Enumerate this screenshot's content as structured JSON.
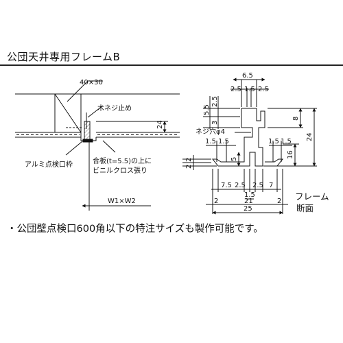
{
  "title": "公団天井専用フレームB",
  "note": "・公団壁点検口600角以下の特注サイズも製作可能です。",
  "left_drawing": {
    "joist_label": "40×30",
    "screw_label": "木ネジ止め",
    "height_dim": "24",
    "frame_label": "アルミ点検口枠",
    "board_label_line1": "合板(t=5.5)の上に",
    "board_label_line2": "ビニルクロス張り",
    "opening_label": "W1×W2"
  },
  "right_drawing": {
    "section_label_line1": "フレーム",
    "section_label_line2": "断面",
    "hole_label": "ネジ穴φ4",
    "top_width": "6.5",
    "top_seg_a": "2.5",
    "top_seg_b": "1.5",
    "top_seg_c": "2.5",
    "left_v1": "5.5",
    "left_v2": "2.5",
    "left_v3": "3",
    "right_v1": "8",
    "right_v2": "24",
    "right_v3": "16",
    "mid_left_a": "1.5",
    "mid_left_b": "1.5",
    "mid_right_a": "1.5",
    "mid_right_b": "1.5",
    "slot_v": "5",
    "flange_v1": "2",
    "flange_v2": "2",
    "bot_seg1": "7.5",
    "bot_seg2": "2.5",
    "bot_seg3": "2.5",
    "bot_seg4": "7",
    "bot_center": "1.5",
    "bot_total_l": "2",
    "bot_total_mid": "21",
    "bot_total_r": "2",
    "overall": "25"
  }
}
